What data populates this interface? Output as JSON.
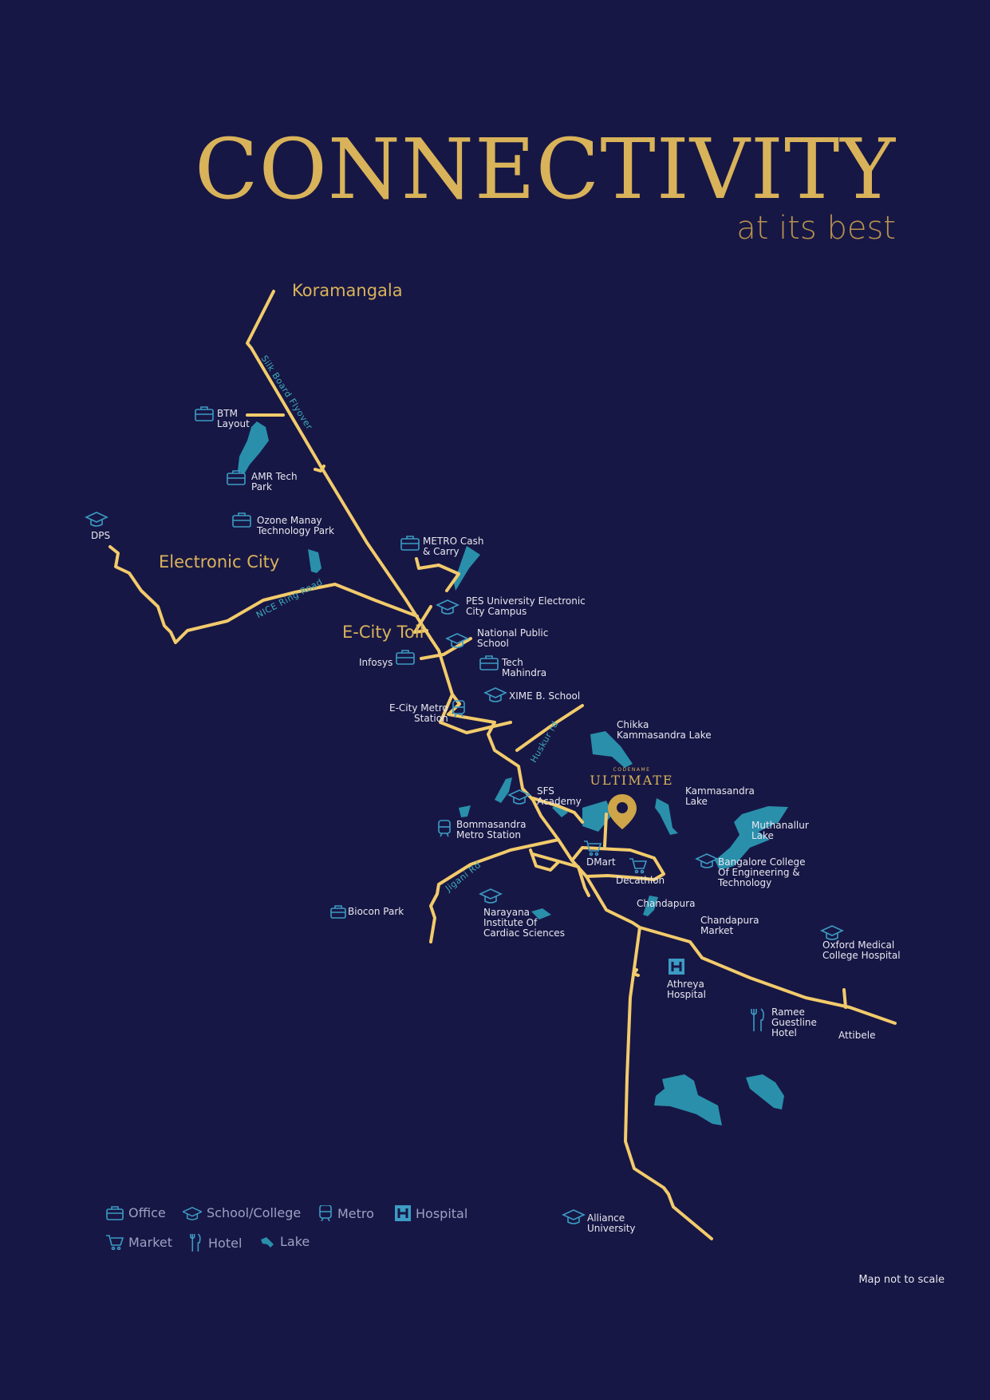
{
  "header": {
    "title": "CONNECTIVITY",
    "subtitle": "at its best"
  },
  "areas": {
    "koramangala": "Koramangala",
    "electronic_city": "Electronic City",
    "ecity_toll": "E-City Toll"
  },
  "roads": {
    "silk_board": "Silk Board Flyover",
    "nice": "NICE Ring Road",
    "huskur": "Huskur rd",
    "jigani": "Jigani Rd"
  },
  "project": {
    "codename": "CODENAME",
    "name": "ULTIMATE"
  },
  "pois": {
    "btm": [
      "BTM",
      "Layout"
    ],
    "amr": [
      "AMR Tech",
      "Park"
    ],
    "ozone": [
      "Ozone Manay",
      "Technology Park"
    ],
    "dps": [
      "DPS"
    ],
    "metro_cash": [
      "METRO Cash",
      "& Carry"
    ],
    "pes": [
      "PES University Electronic",
      "City Campus"
    ],
    "nps": [
      "National Public",
      "School"
    ],
    "infosys": [
      "Infosys"
    ],
    "tech_mahindra": [
      "Tech",
      "Mahindra"
    ],
    "xime": [
      "XIME B. School"
    ],
    "ecity_metro": [
      "E-City Metro",
      "Station"
    ],
    "chikka": [
      "Chikka",
      "Kammasandra Lake"
    ],
    "sfs": [
      "SFS",
      "Academy"
    ],
    "kammasandra": [
      "Kammasandra",
      "Lake"
    ],
    "muthanallur": [
      "Muthanallur",
      "Lake"
    ],
    "bommasandra": [
      "Bommasandra",
      "Metro Station"
    ],
    "dmart": [
      "DMart"
    ],
    "decathlon": [
      "Decathlon"
    ],
    "bangalore_college": [
      "Bangalore College",
      "Of Engineering &",
      "Technology"
    ],
    "biocon": [
      "Biocon Park"
    ],
    "narayana": [
      "Narayana",
      "Institute Of",
      "Cardiac Sciences"
    ],
    "chandapura": [
      "Chandapura"
    ],
    "chandapura_market": [
      "Chandapura",
      "Market"
    ],
    "oxford": [
      "Oxford Medical",
      "College Hospital"
    ],
    "athreya": [
      "Athreya",
      "Hospital"
    ],
    "ramee": [
      "Ramee",
      "Guestline",
      "Hotel"
    ],
    "attibele": [
      "Attibele"
    ],
    "alliance": [
      "Alliance",
      "University"
    ]
  },
  "legend": {
    "office": "Office",
    "school": "School/College",
    "metro": "Metro",
    "hospital": "Hospital",
    "market": "Market",
    "hotel": "Hotel",
    "lake": "Lake"
  },
  "note": "Map not to scale",
  "colors": {
    "background": "#171745",
    "road": "#f2cb6b",
    "lake": "#2a8fab",
    "gold": "#d9b35a",
    "icon": "#3c9cc4"
  }
}
